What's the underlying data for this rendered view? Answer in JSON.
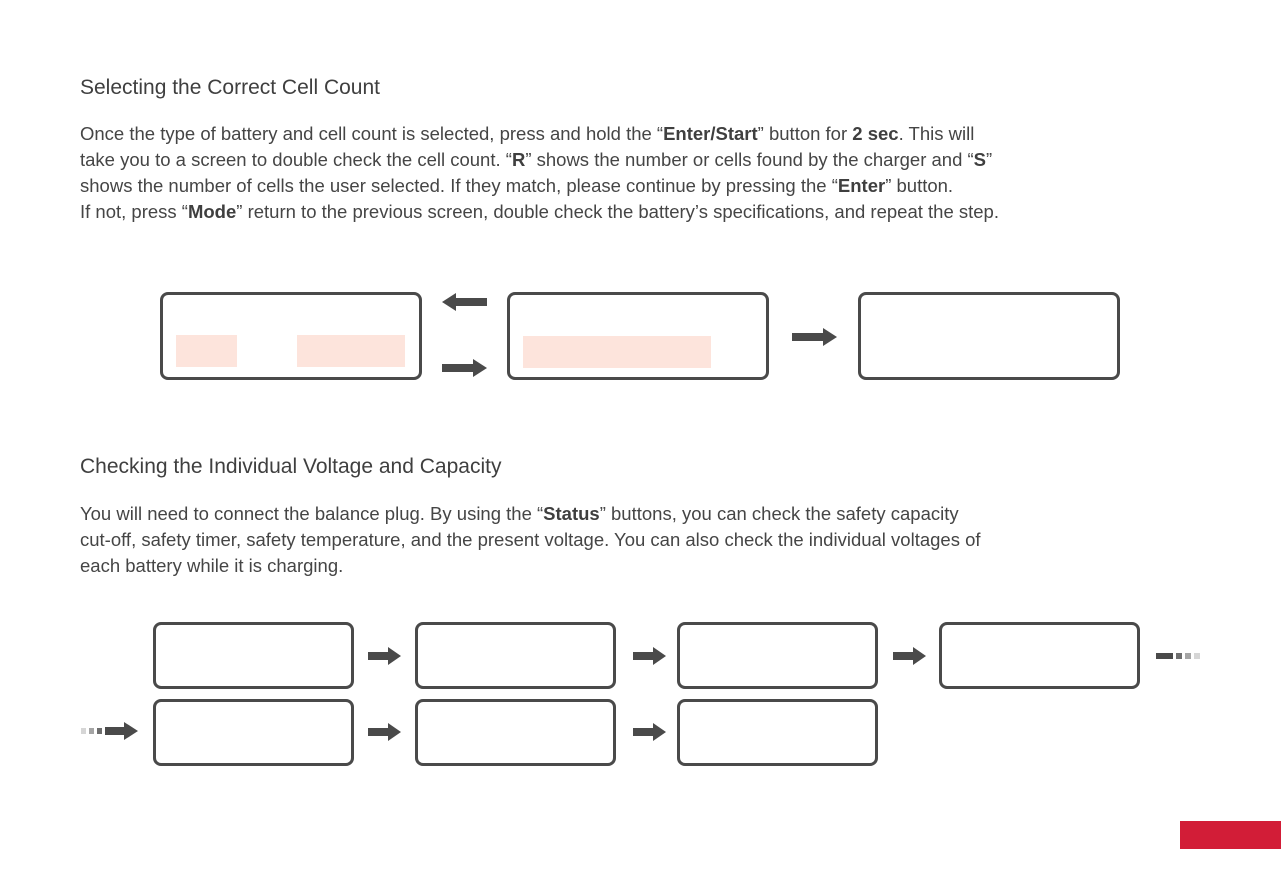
{
  "section1": {
    "title": "Selecting the Correct Cell Count",
    "para": [
      [
        "Once the type of battery and cell count is selected, press and hold the “",
        {
          "b": "Enter/Start"
        },
        "” button for ",
        {
          "b": "2 sec"
        },
        ". This will"
      ],
      [
        "take you to a screen to double check the cell count. “",
        {
          "b": "R"
        },
        "” shows the number or cells found by the charger and “",
        {
          "b": "S"
        },
        "”"
      ],
      [
        "shows the number of cells the user selected. If they match, please continue by pressing the “",
        {
          "b": "Enter"
        },
        "” button."
      ],
      [
        "If not, press “",
        {
          "b": "Mode"
        },
        "” return to the previous screen, double check the battery’s specifications, and repeat the step."
      ]
    ]
  },
  "section2": {
    "title": "Checking the Individual Voltage and Capacity",
    "para": [
      [
        "You will need to connect the balance plug. By using the “",
        {
          "b": "Status"
        },
        "” buttons, you can check the safety capacity"
      ],
      [
        "cut-off, safety timer, safety temperature, and the present voltage. You can also check the individual voltages of"
      ],
      [
        "each battery while it is charging."
      ]
    ]
  },
  "colors": {
    "outline": "#4a4a4a",
    "highlight": "#fde4dc",
    "accent": "#d21d37"
  }
}
